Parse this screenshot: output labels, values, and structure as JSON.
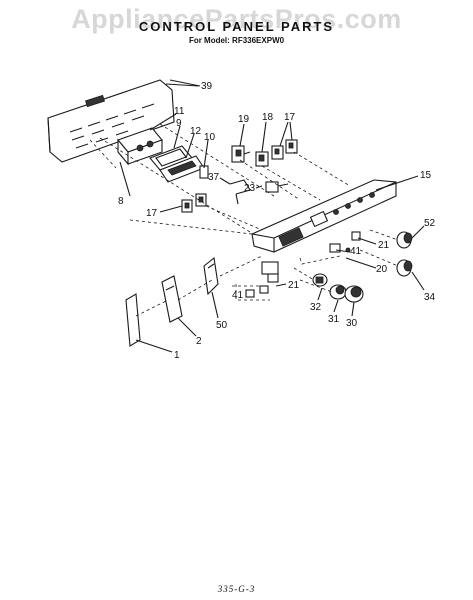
{
  "header": {
    "watermark": "AppliancePartsPros.com",
    "title": "CONTROL PANEL PARTS",
    "subtitle": "For Model: RF336EXPW0"
  },
  "footer": {
    "page_code": "335-G-3"
  },
  "callouts": {
    "c39": "39",
    "c11": "11",
    "c9": "9",
    "c12": "12",
    "c10": "10",
    "c19": "19",
    "c18": "18",
    "c17a": "17",
    "c15": "15",
    "c8": "8",
    "c37": "37",
    "c23": "23",
    "c17b": "17",
    "c52": "52",
    "c21a": "21",
    "c41a": "41",
    "c20": "20",
    "c34": "34",
    "c41b": "41",
    "c21b": "21",
    "c32": "32",
    "c31": "31",
    "c30": "30",
    "c50": "50",
    "c2": "2",
    "c1": "1"
  }
}
